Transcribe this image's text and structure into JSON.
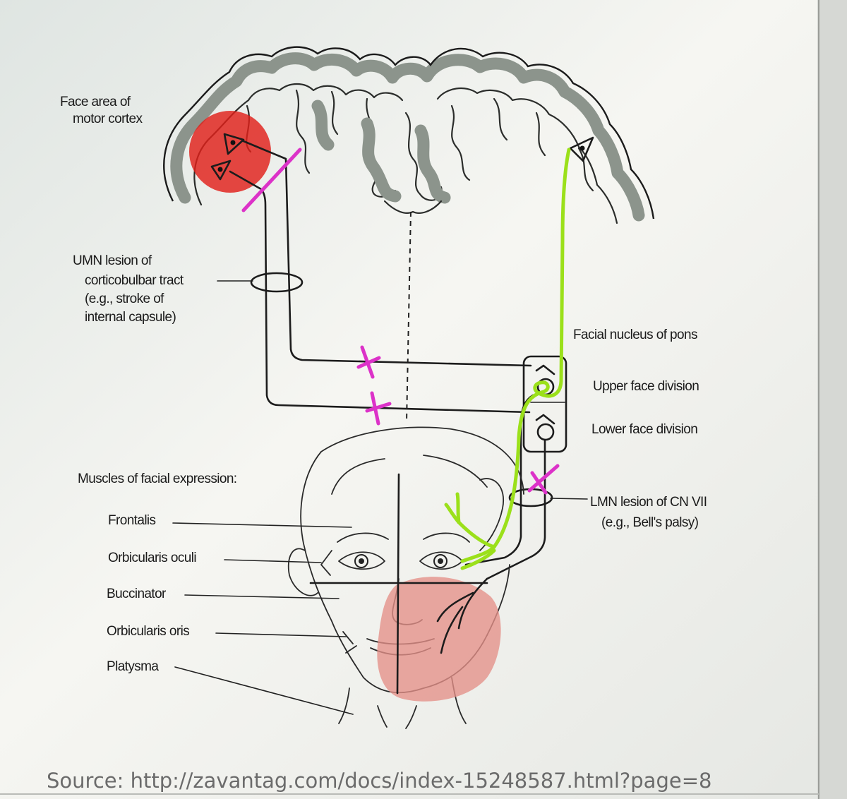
{
  "diagram": {
    "labels": {
      "face_area_line1": "Face area of",
      "face_area_line2": "motor cortex",
      "umn_line1": "UMN lesion of",
      "umn_line2": "corticobulbar tract",
      "umn_line3": "(e.g., stroke of",
      "umn_line4": "internal capsule)",
      "facial_nucleus": "Facial nucleus of pons",
      "upper_face": "Upper face division",
      "lower_face": "Lower face division",
      "lmn_line1": "LMN lesion of CN VII",
      "lmn_line2": "(e.g., Bell's palsy)",
      "muscles_heading": "Muscles of facial expression:",
      "frontalis": "Frontalis",
      "orbicularis_oculi": "Orbicularis oculi",
      "buccinator": "Buccinator",
      "orbicularis_oris": "Orbicularis oris",
      "platysma": "Platysma"
    },
    "source": "Source: http://zavantag.com/docs/index-15248587.html?page=8",
    "colors": {
      "motor_cortex_highlight": "#e0201a",
      "affected_face_highlight": "#e49088",
      "lmn_pathway_annotation": "#9be01a",
      "lesion_marks": "#dc32c8",
      "pathway_lines": "#1c1c1c",
      "cortex_gray_matter": "#8c948c"
    }
  }
}
